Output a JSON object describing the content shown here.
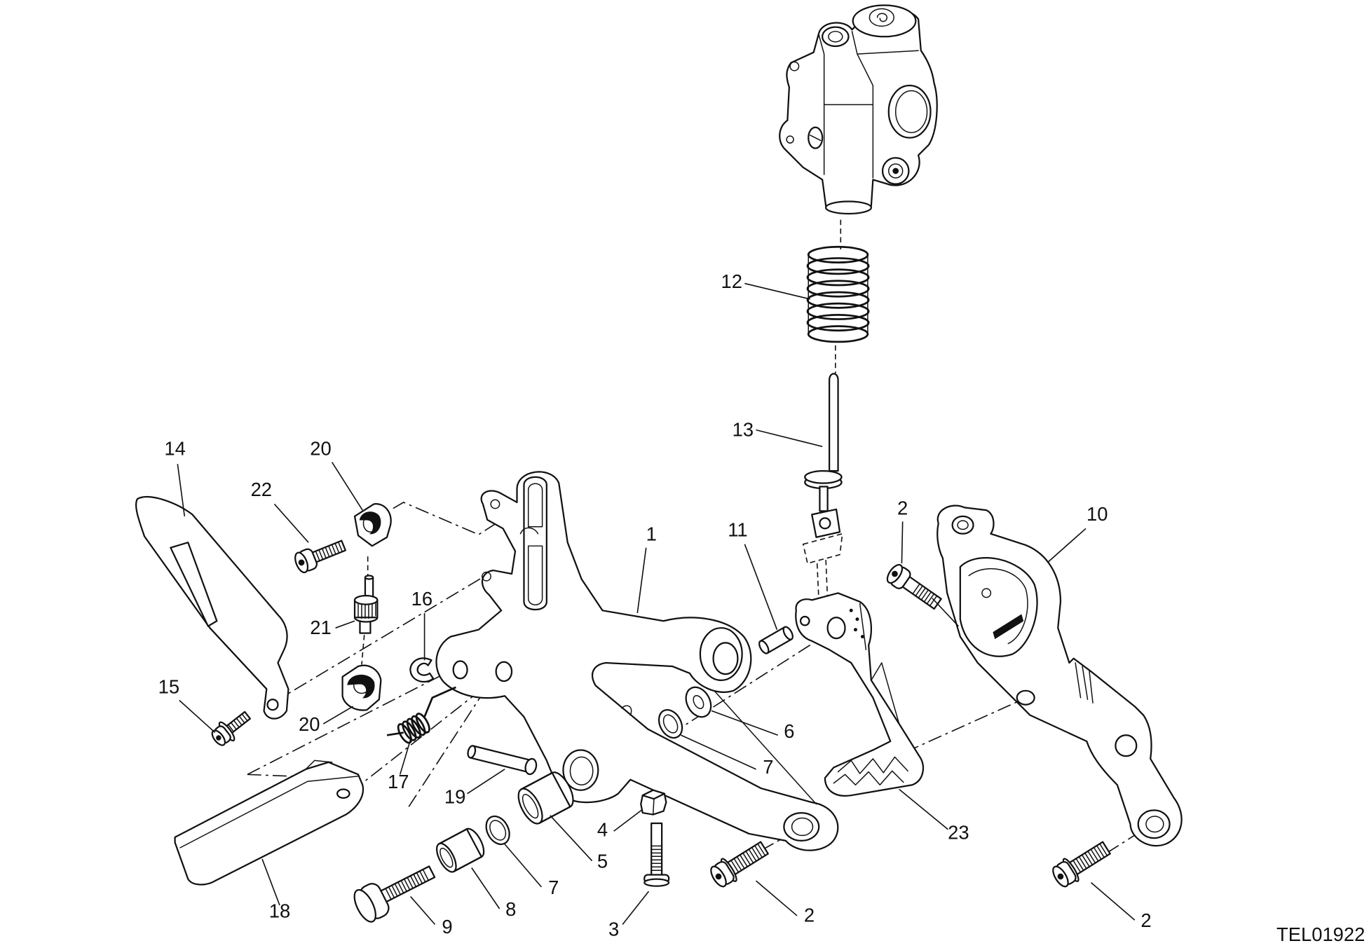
{
  "diagram": {
    "callouts": [
      "14",
      "20",
      "22",
      "1",
      "11",
      "2",
      "10",
      "12",
      "13",
      "16",
      "21",
      "15",
      "20",
      "6",
      "7",
      "17",
      "19",
      "4",
      "23",
      "5",
      "7",
      "8",
      "18",
      "9",
      "3",
      "2",
      "2"
    ],
    "drawing_code": "TEL01922"
  }
}
